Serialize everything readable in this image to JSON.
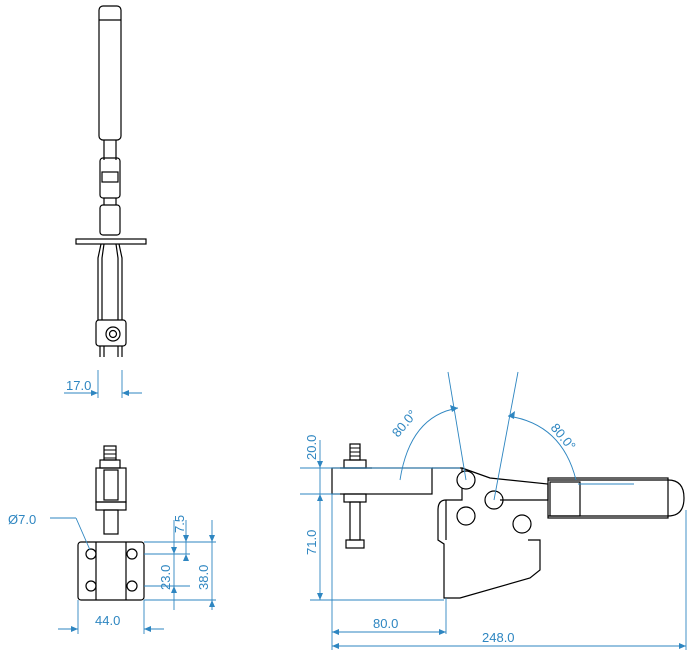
{
  "colors": {
    "line": "#000000",
    "dimension": "#2e86c1",
    "background": "#ffffff"
  },
  "dimensions": {
    "slot_width": "17.0",
    "hole_diameter": "Ø7.0",
    "hole_spacing_v": "23.0",
    "base_offset": "7.5",
    "base_height": "38.0",
    "base_width": "44.0",
    "bar_height": "20.0",
    "clamp_height": "71.0",
    "bar_length": "80.0",
    "overall_length": "248.0",
    "angle_left": "80.0°",
    "angle_right": "80.0°"
  }
}
